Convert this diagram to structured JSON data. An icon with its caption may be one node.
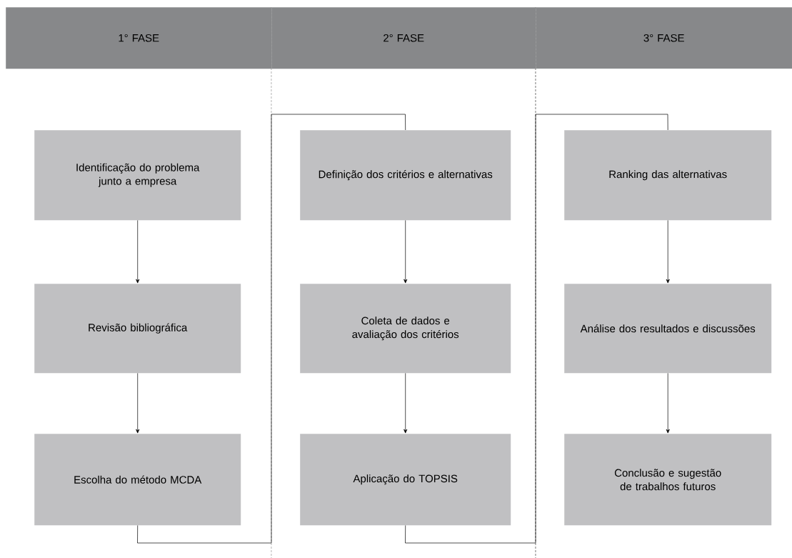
{
  "diagram": {
    "nodes": [
      {
        "text": [
          "1° FASE"
        ]
      },
      {
        "text": [
          "2° FASE"
        ]
      },
      {
        "text": [
          "3° FASE"
        ]
      },
      {
        "text": [
          "Identificação do problema junto a empresa"
        ]
      },
      {
        "text": [
          "Revisão bibliográfica"
        ]
      },
      {
        "text": [
          "Escolha do método MCDA"
        ]
      },
      {
        "text": [
          "Definição dos critérios e alternativas"
        ]
      },
      {
        "text": [
          "Coleta de dados e avaliação dos critérios"
        ]
      },
      {
        "text": [
          "Aplicação do TOPSIS"
        ]
      },
      {
        "text": [
          "Ranking das alternativas"
        ]
      },
      {
        "text": [
          "Análise dos resultados e discussões"
        ]
      },
      {
        "text": [
          "Conclusão e sugestão de trabalhos futuros"
        ]
      }
    ],
    "edges": [
      {
        "from": 3,
        "to": 4,
        "arrow": "to"
      },
      {
        "from": 4,
        "to": 5,
        "arrow": "to"
      },
      {
        "from": 5,
        "to": 6,
        "arrow": "none"
      },
      {
        "from": 6,
        "to": 7,
        "arrow": "to"
      },
      {
        "from": 7,
        "to": 8,
        "arrow": "to"
      },
      {
        "from": 8,
        "to": 9,
        "arrow": "none"
      },
      {
        "from": 9,
        "to": 10,
        "arrow": "to"
      },
      {
        "from": 10,
        "to": 11,
        "arrow": "to"
      }
    ]
  }
}
